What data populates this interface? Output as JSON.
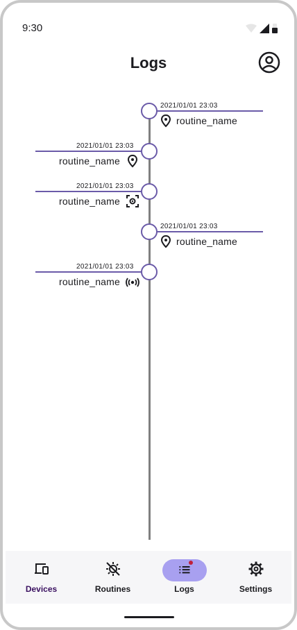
{
  "status_bar": {
    "time": "9:30"
  },
  "header": {
    "title": "Logs",
    "account_icon": "account-circle-icon"
  },
  "logs": [
    {
      "timestamp": "2021/01/01 23:03",
      "routine": "routine_name",
      "side": "right",
      "icon": "location-pin-icon"
    },
    {
      "timestamp": "2021/01/01 23:03",
      "routine": "routine_name",
      "side": "left",
      "icon": "location-pin-icon"
    },
    {
      "timestamp": "2021/01/01 23:03",
      "routine": "routine_name",
      "side": "left",
      "icon": "center-focus-icon"
    },
    {
      "timestamp": "2021/01/01 23:03",
      "routine": "routine_name",
      "side": "right",
      "icon": "location-pin-icon"
    },
    {
      "timestamp": "2021/01/01 23:03",
      "routine": "routine_name",
      "side": "left",
      "icon": "broadcast-icon"
    }
  ],
  "nav": {
    "items": [
      {
        "label": "Devices",
        "icon": "devices-icon",
        "active": false
      },
      {
        "label": "Routines",
        "icon": "routine-icon",
        "active": false
      },
      {
        "label": "Logs",
        "icon": "list-icon",
        "active": true
      },
      {
        "label": "Settings",
        "icon": "gear-icon",
        "active": false
      }
    ]
  },
  "colors": {
    "accent": "#6a5aa8",
    "pill": "#a8a0f0",
    "badge": "#c0203a",
    "timeline": "#808080"
  }
}
